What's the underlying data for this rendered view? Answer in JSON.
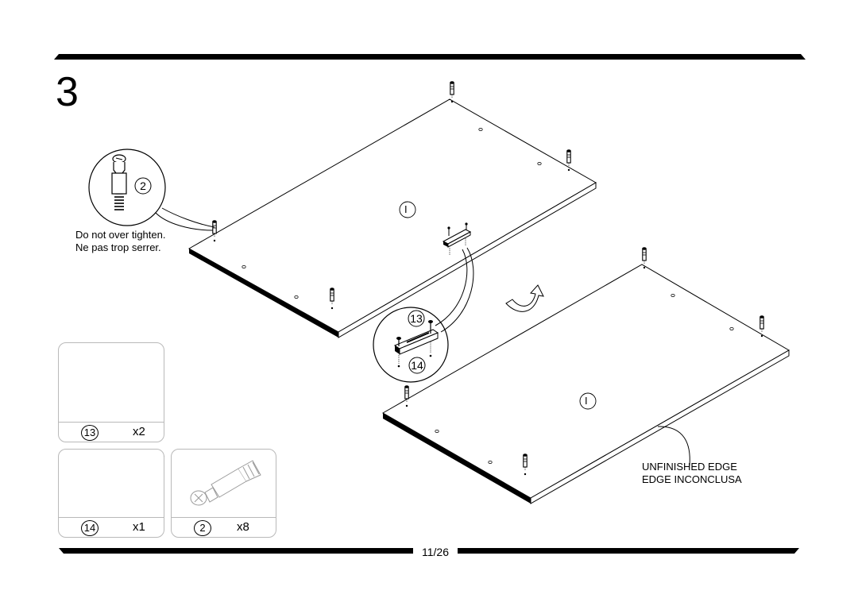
{
  "step": {
    "number": "3"
  },
  "notes": {
    "tighten_en": "Do not over tighten.",
    "tighten_fr": "Ne pas trop serrer.",
    "edge_en": "UNFINISHED EDGE",
    "edge_es": "EDGE INCONCLUSA"
  },
  "panels": [
    {
      "label": "I"
    },
    {
      "label": "I"
    }
  ],
  "callouts": {
    "cam_bolt": "2",
    "screw": "13",
    "connector": "14"
  },
  "parts": [
    {
      "part_no": "13",
      "qty": "x2",
      "icon": "screw-icon"
    },
    {
      "part_no": "14",
      "qty": "x1",
      "icon": "connector-plate-icon"
    },
    {
      "part_no": "2",
      "qty": "x8",
      "icon": "cam-bolt-icon"
    }
  ],
  "footer": {
    "page": "11/26"
  }
}
